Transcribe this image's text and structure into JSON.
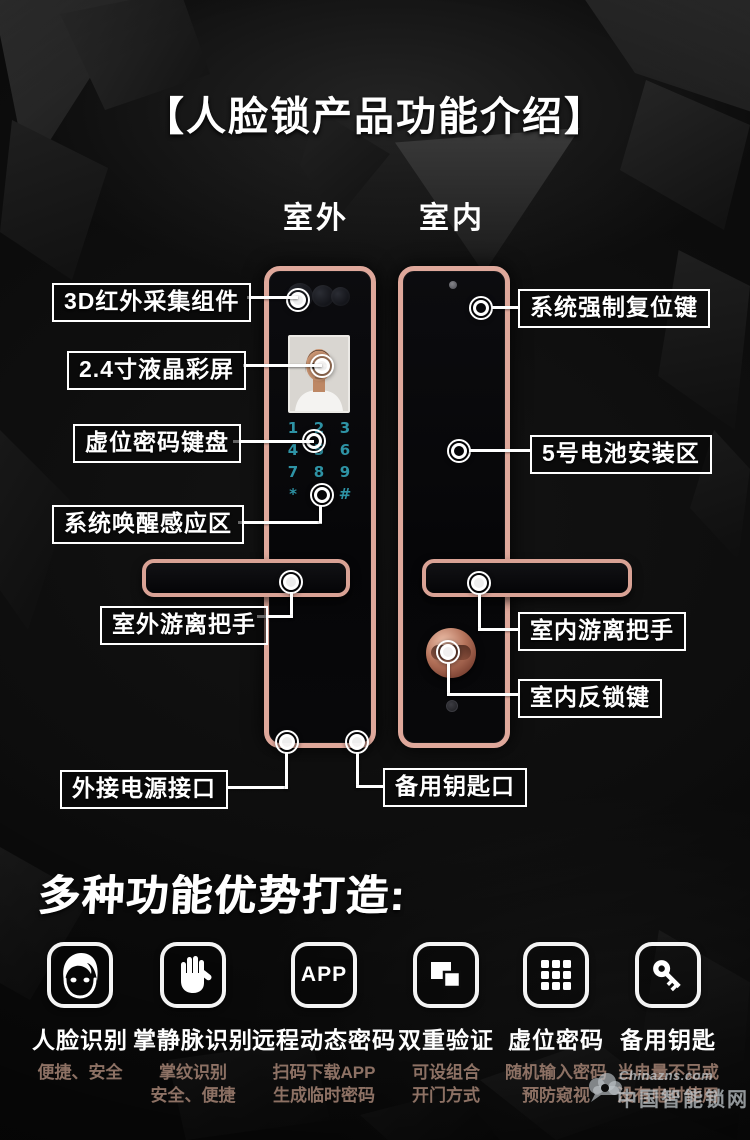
{
  "title": "【人脸锁产品功能介绍】",
  "columns": {
    "outdoor": "室外",
    "indoor": "室内"
  },
  "outdoor_panel": {
    "keypad_keys": [
      "1",
      "2",
      "3",
      "4",
      "5",
      "6",
      "7",
      "8",
      "9",
      "*",
      "",
      "#"
    ]
  },
  "callouts": {
    "left": [
      {
        "label": "3D红外采集组件"
      },
      {
        "label": "2.4寸液晶彩屏"
      },
      {
        "label": "虚位密码键盘"
      },
      {
        "label": "系统唤醒感应区"
      },
      {
        "label": "室外游离把手"
      },
      {
        "label": "外接电源接口"
      }
    ],
    "right": [
      {
        "label": "系统强制复位键"
      },
      {
        "label": "5号电池安装区"
      },
      {
        "label": "室内游离把手"
      },
      {
        "label": "室内反锁键"
      },
      {
        "label": "备用钥匙口"
      }
    ]
  },
  "features": {
    "heading": "多种功能优势打造:",
    "items": [
      {
        "icon": "face-icon",
        "label": "人脸识别",
        "desc1": "便捷、安全",
        "desc2": ""
      },
      {
        "icon": "palm-vein-icon",
        "label": "掌静脉识别",
        "desc1": "掌纹识别",
        "desc2": "安全、便捷"
      },
      {
        "icon": "app-icon",
        "app_text": "APP",
        "label": "远程动态密码",
        "desc1": "扫码下载APP",
        "desc2": "生成临时密码"
      },
      {
        "icon": "dual-verify-icon",
        "label": "双重验证",
        "desc1": "可设组合",
        "desc2": "开门方式"
      },
      {
        "icon": "scramble-keypad-icon",
        "label": "虚位密码",
        "desc1": "随机输入密码",
        "desc2": "预防窥视"
      },
      {
        "icon": "backup-key-icon",
        "label": "备用钥匙",
        "desc1": "当电量不足或",
        "desc2": "没有电时使用"
      }
    ]
  },
  "watermark": {
    "site": "Chinazns.com",
    "name": "中国智能锁网"
  },
  "colors": {
    "rose_gold": "#dfa89b",
    "keypad_text": "#2e93a5",
    "desc_text": "#8d7164",
    "background": "#0c0c0c"
  }
}
